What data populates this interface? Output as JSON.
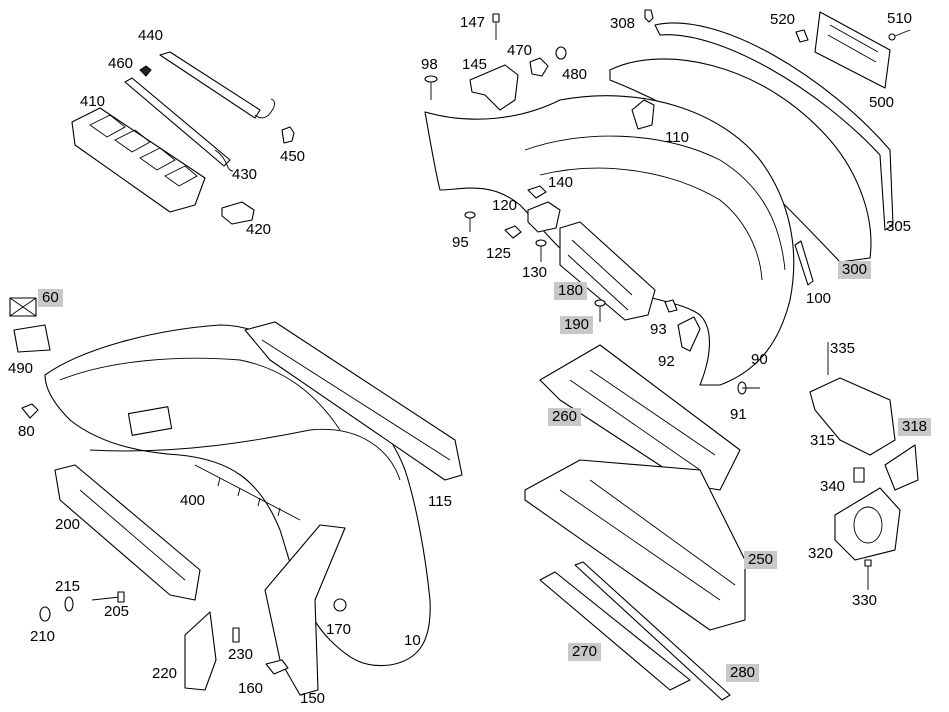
{
  "diagram": {
    "part_numbers": {
      "p440": "440",
      "p460": "460",
      "p410": "410",
      "p450": "450",
      "p430": "430",
      "p420": "420",
      "p147": "147",
      "p98": "98",
      "p145": "145",
      "p470": "470",
      "p480": "480",
      "p308": "308",
      "p520": "520",
      "p510": "510",
      "p500": "500",
      "p110": "110",
      "p140": "140",
      "p120": "120",
      "p95": "95",
      "p125": "125",
      "p130": "130",
      "p305": "305",
      "p300": "300",
      "p100": "100",
      "p180": "180",
      "p190": "190",
      "p93": "93",
      "p92": "92",
      "p90": "90",
      "p91": "91",
      "p60": "60",
      "p490": "490",
      "p80": "80",
      "p115": "115",
      "p400": "400",
      "p260": "260",
      "p335": "335",
      "p315": "315",
      "p318": "318",
      "p340": "340",
      "p320": "320",
      "p330": "330",
      "p250": "250",
      "p200": "200",
      "p215": "215",
      "p205": "205",
      "p210": "210",
      "p220": "220",
      "p230": "230",
      "p160": "160",
      "p150": "150",
      "p170": "170",
      "p10": "10",
      "p270": "270",
      "p280": "280"
    }
  }
}
